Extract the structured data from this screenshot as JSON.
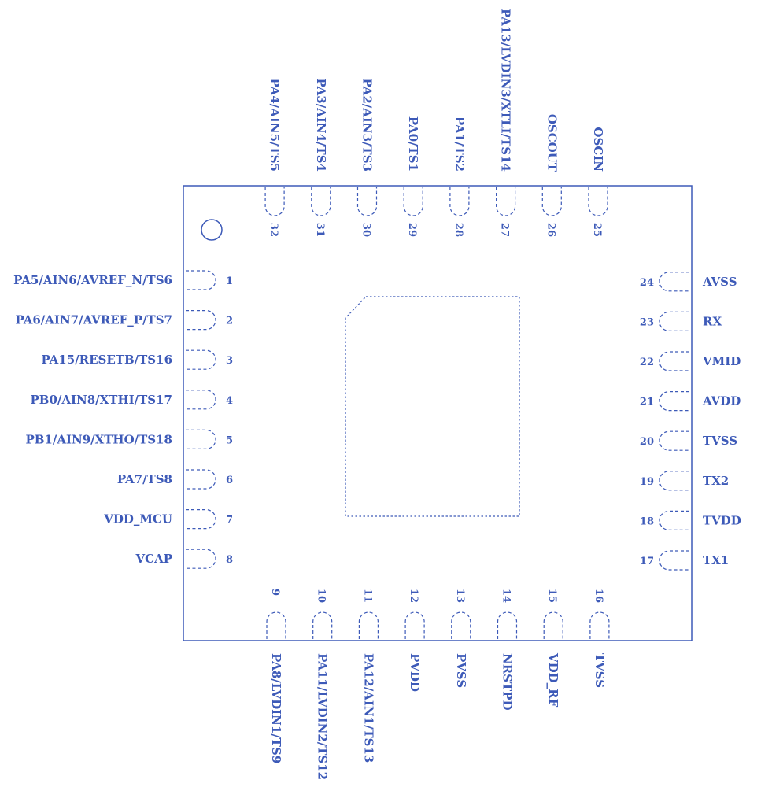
{
  "colors": {
    "ink": "#3d5ab8",
    "background": "#ffffff"
  },
  "pins": {
    "left": [
      {
        "num": "1",
        "label": "PA5/AIN6/AVREF_N/TS6"
      },
      {
        "num": "2",
        "label": "PA6/AIN7/AVREF_P/TS7"
      },
      {
        "num": "3",
        "label": "PA15/RESETB/TS16"
      },
      {
        "num": "4",
        "label": "PB0/AIN8/XTHI/TS17"
      },
      {
        "num": "5",
        "label": "PB1/AIN9/XTHO/TS18"
      },
      {
        "num": "6",
        "label": "PA7/TS8"
      },
      {
        "num": "7",
        "label": "VDD_MCU"
      },
      {
        "num": "8",
        "label": "VCAP"
      }
    ],
    "bottom": [
      {
        "num": "9",
        "label": "PA8/LVDIN1/TS9"
      },
      {
        "num": "10",
        "label": "PA11/LVDIN2/TS12"
      },
      {
        "num": "11",
        "label": "PA12/AIN1/TS13"
      },
      {
        "num": "12",
        "label": "PVDD"
      },
      {
        "num": "13",
        "label": "PVSS"
      },
      {
        "num": "14",
        "label": "NRSTPD"
      },
      {
        "num": "15",
        "label": "VDD_RF"
      },
      {
        "num": "16",
        "label": "TVSS"
      }
    ],
    "right": [
      {
        "num": "17",
        "label": "TX1"
      },
      {
        "num": "18",
        "label": "TVDD"
      },
      {
        "num": "19",
        "label": "TX2"
      },
      {
        "num": "20",
        "label": "TVSS"
      },
      {
        "num": "21",
        "label": "AVDD"
      },
      {
        "num": "22",
        "label": "VMID"
      },
      {
        "num": "23",
        "label": "RX"
      },
      {
        "num": "24",
        "label": "AVSS"
      }
    ],
    "top": [
      {
        "num": "25",
        "label": "OSCIN"
      },
      {
        "num": "26",
        "label": "OSCOUT"
      },
      {
        "num": "27",
        "label": "PA13/LVDIN3/XTLI/TS14"
      },
      {
        "num": "28",
        "label": "PA1/TS2"
      },
      {
        "num": "29",
        "label": "PA0/TS1"
      },
      {
        "num": "30",
        "label": "PA2/AIN3/TS3"
      },
      {
        "num": "31",
        "label": "PA3/AIN4/TS4"
      },
      {
        "num": "32",
        "label": "PA4/AIN5/TS5"
      }
    ]
  }
}
